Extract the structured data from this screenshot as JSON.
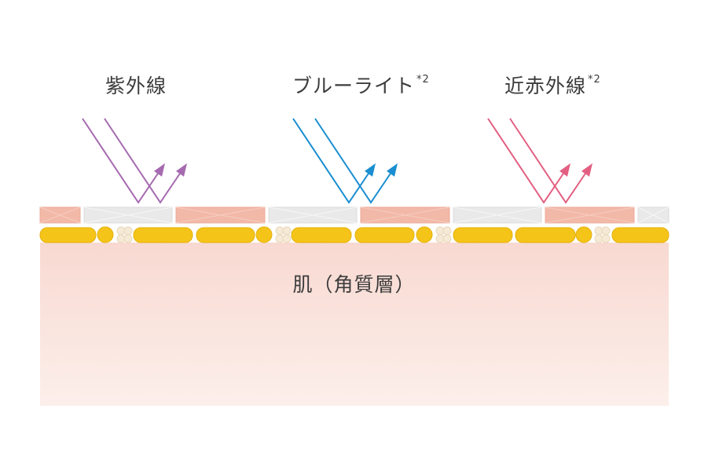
{
  "rays": [
    {
      "label": "紫外線",
      "note": "",
      "color": "#a56ab0"
    },
    {
      "label": "ブルーライト",
      "note": "*2",
      "color": "#1a8ed0"
    },
    {
      "label": "近赤外線",
      "note": "*2",
      "color": "#e35f82"
    }
  ],
  "skin": {
    "label": "肌（角質層）",
    "colors": {
      "bg_top": "#f8d9d1",
      "bg_bottom": "#fcefeb",
      "tile_pink": "#f2b8a8",
      "tile_gray": "#e9e9e9",
      "cell_yellow": "#f4c419",
      "cell_cream": "#f5ead6"
    }
  }
}
